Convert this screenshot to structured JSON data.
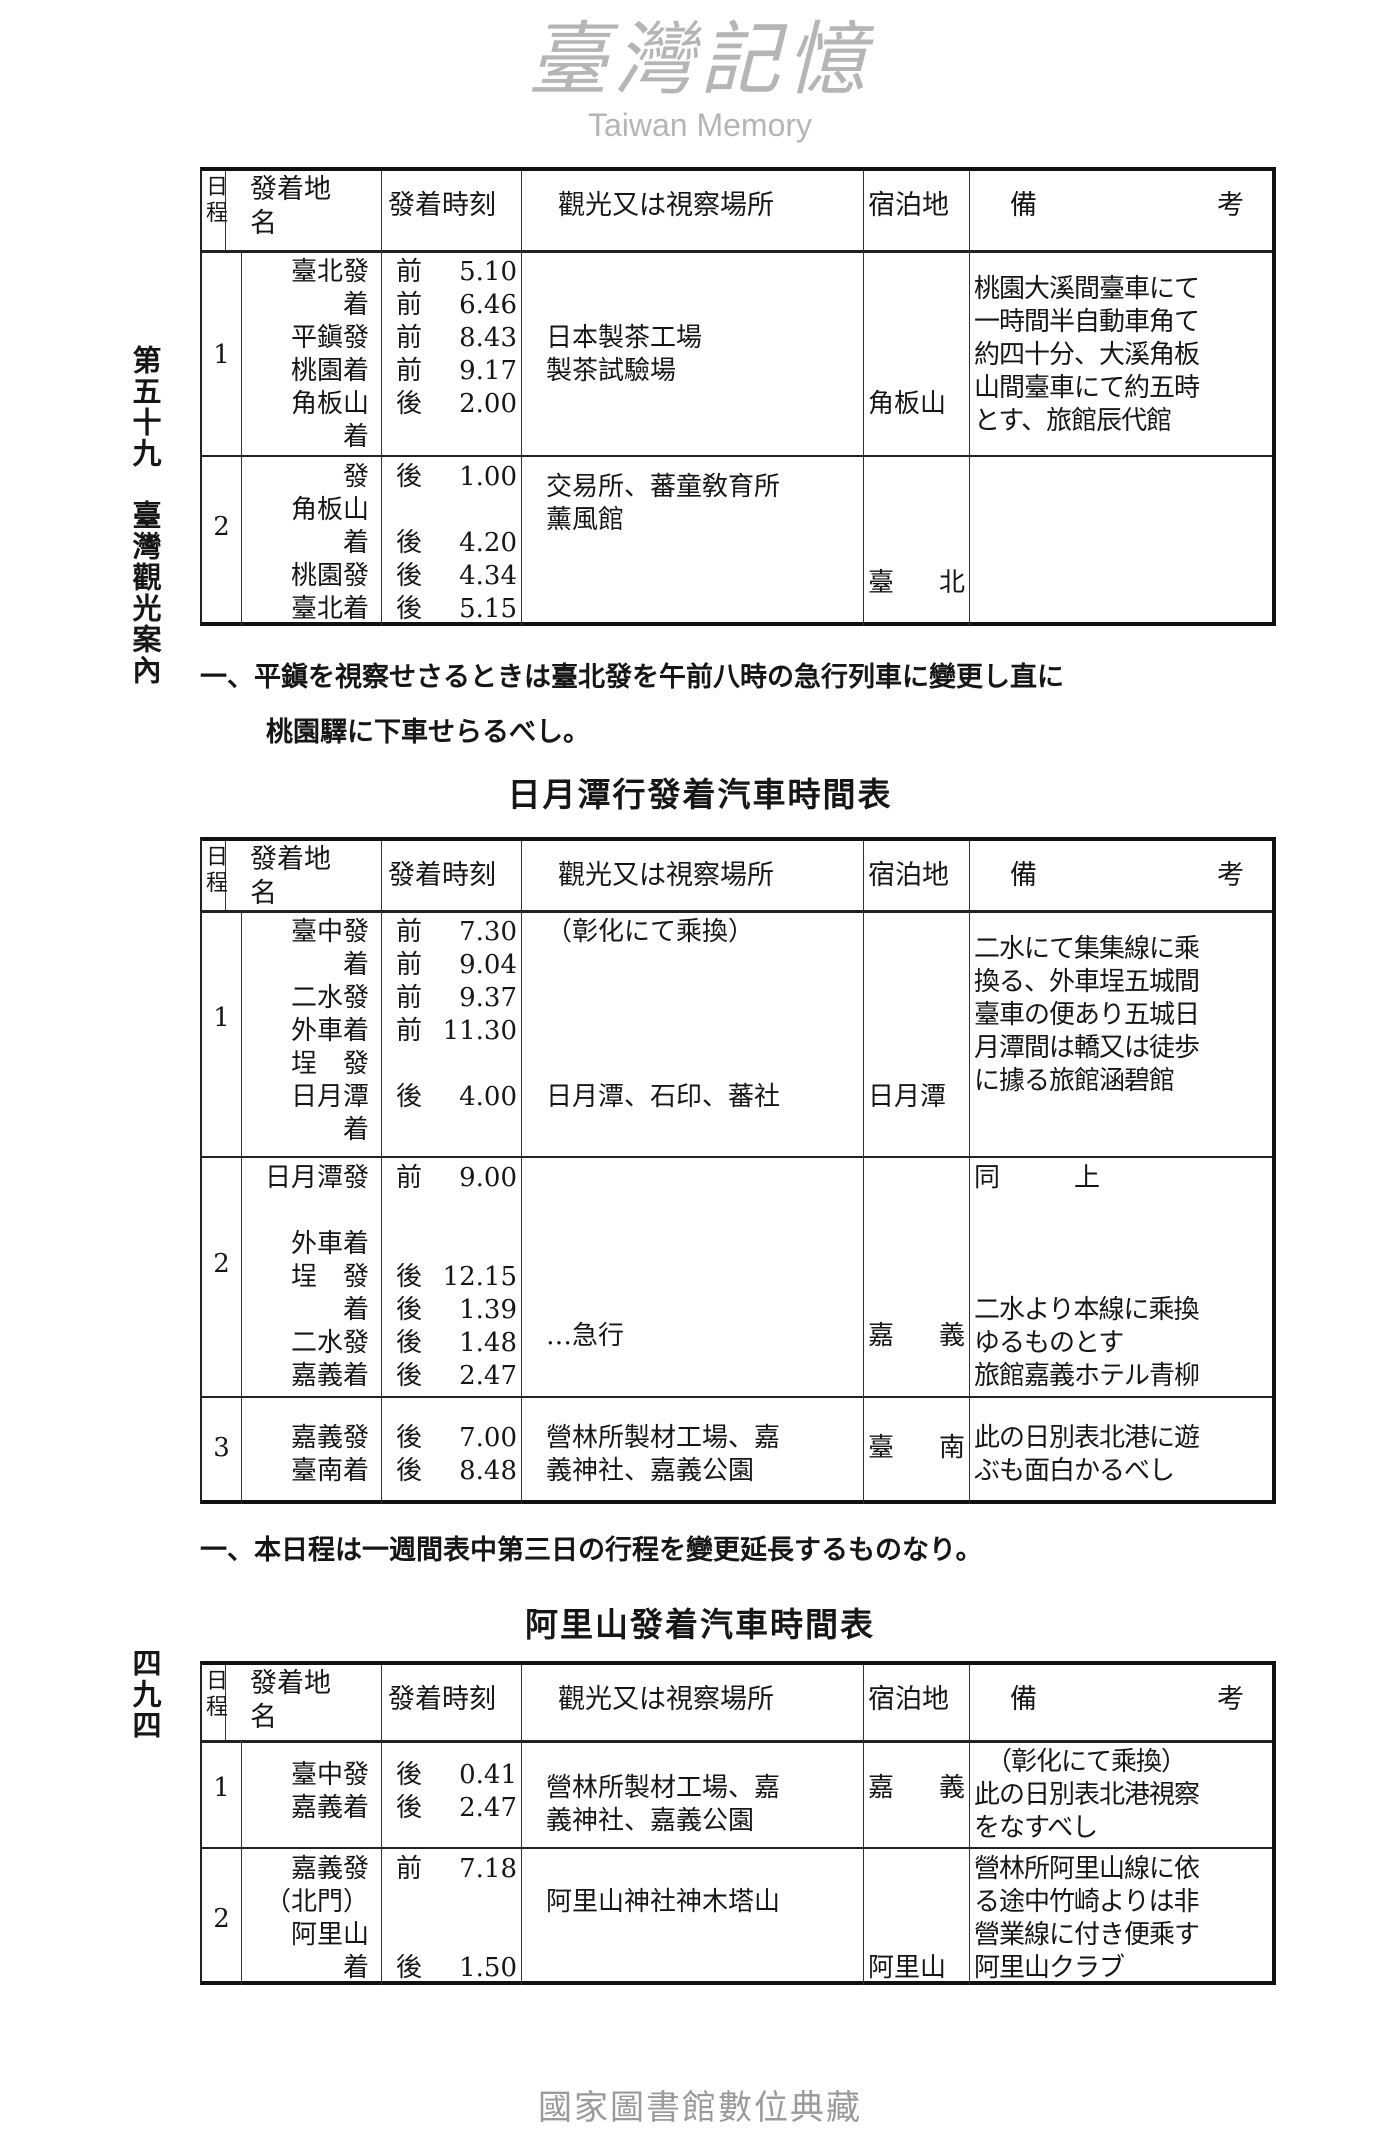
{
  "side": {
    "chapter": "第五十九　臺灣觀光案內",
    "page_number": "四九四"
  },
  "header": {
    "day": "日程",
    "place": "發着地名",
    "time": "發着時刻",
    "sights": "觀光又は視察場所",
    "lodge": "宿泊地",
    "notes_a": "備",
    "notes_b": "考"
  },
  "tables": [
    {
      "rows": [
        {
          "day": "1",
          "place": [
            "臺北發",
            "着",
            "平鎭發",
            "桃園着",
            "角板山",
            "着"
          ],
          "time": [
            [
              "前",
              "5.10"
            ],
            [
              "前",
              "6.46"
            ],
            [
              "前",
              "8.43"
            ],
            [
              "前",
              "9.17"
            ],
            [
              "後",
              "2.00"
            ]
          ],
          "sights": [
            "日本製茶工場",
            "製茶試驗場"
          ],
          "lodge": [
            [
              "角板山",
              ""
            ]
          ],
          "notes": [
            "桃園大溪間臺車にて",
            "一時間半自動車角て",
            "約四十分、大溪角板",
            "山間臺車にて約五時",
            "とす、旅館辰代館"
          ]
        },
        {
          "day": "2",
          "place": [
            "發",
            "角板山",
            "着",
            "桃園發",
            "臺北着"
          ],
          "time": [
            [
              "後",
              "1.00"
            ],
            [
              "",
              ""
            ],
            [
              "後",
              "4.20"
            ],
            [
              "後",
              "4.34"
            ],
            [
              "後",
              "5.15"
            ]
          ],
          "sights": [
            "交易所、蕃童敎育所",
            "薰風館"
          ],
          "lodge": [
            [
              "臺",
              "北"
            ]
          ],
          "notes": []
        }
      ]
    },
    {
      "rows": [
        {
          "day": "1",
          "place": [
            "臺中發",
            "着",
            "二水發",
            "外車着",
            "埕　發",
            "日月潭",
            "着"
          ],
          "time": [
            [
              "前",
              "7.30"
            ],
            [
              "前",
              "9.04"
            ],
            [
              "前",
              "9.37"
            ],
            [
              "前",
              "11.30"
            ],
            [
              "",
              ""
            ],
            [
              "後",
              "4.00"
            ]
          ],
          "sights": [
            "（彰化にて乘換）",
            "",
            "",
            "",
            "",
            "日月潭、石印、蕃社"
          ],
          "lodge": [
            [
              "日月潭",
              ""
            ]
          ],
          "notes": [
            "二水にて集集線に乘",
            "換る、外車埕五城間",
            "臺車の便あり五城日",
            "月潭間は轎又は徒歩",
            "に據る旅館涵碧館"
          ]
        },
        {
          "day": "2",
          "place": [
            "日月潭發",
            "",
            "外車着",
            "埕　發",
            "着",
            "二水發",
            "嘉義着"
          ],
          "time": [
            [
              "前",
              "9.00"
            ],
            [
              "",
              ""
            ],
            [
              "",
              ""
            ],
            [
              "後",
              "12.15"
            ],
            [
              "後",
              "1.39"
            ],
            [
              "後",
              "1.48"
            ],
            [
              "後",
              "2.47"
            ]
          ],
          "sights": [
            "…急行"
          ],
          "lodge": [
            [
              "嘉",
              "義"
            ]
          ],
          "notes": [
            "同　　　上",
            "",
            "",
            "",
            "二水より本線に乘換",
            "ゆるものとす",
            "旅館嘉義ホテル青柳"
          ]
        },
        {
          "day": "3",
          "place": [
            "嘉義發",
            "臺南着"
          ],
          "time": [
            [
              "後",
              "7.00"
            ],
            [
              "後",
              "8.48"
            ]
          ],
          "sights": [
            "營林所製材工場、嘉",
            "義神社、嘉義公園"
          ],
          "lodge": [
            [
              "臺",
              "南"
            ]
          ],
          "notes": [
            "此の日別表北港に遊",
            "ぶも面白かるべし"
          ]
        }
      ]
    },
    {
      "rows": [
        {
          "day": "1",
          "place": [
            "臺中發",
            "嘉義着"
          ],
          "time": [
            [
              "後",
              "0.41"
            ],
            [
              "後",
              "2.47"
            ]
          ],
          "sights": [
            "營林所製材工場、嘉",
            "義神社、嘉義公園"
          ],
          "lodge": [
            [
              "嘉",
              "義"
            ]
          ],
          "notes": [
            "　（彰化にて乘換）",
            "此の日別表北港視察",
            "をなすべし"
          ]
        },
        {
          "day": "2",
          "place": [
            "嘉義發",
            "（北門）",
            "阿里山",
            "着"
          ],
          "time": [
            [
              "前",
              "7.18"
            ],
            [
              "",
              ""
            ],
            [
              "",
              ""
            ],
            [
              "後",
              "1.50"
            ]
          ],
          "sights": [
            "阿里山神社神木塔山"
          ],
          "lodge": [
            [
              "阿里山",
              ""
            ]
          ],
          "notes": [
            "營林所阿里山線に依",
            "る途中竹崎よりは非",
            "營業線に付き便乘す",
            "阿里山クラブ"
          ]
        }
      ]
    }
  ],
  "note1": {
    "line1": "一、平鎭を視察せさるときは臺北發を午前八時の急行列車に變更し直に",
    "line2": "桃園驛に下車せらるべし。"
  },
  "title2": "日月潭行發着汽車時間表",
  "note2": "一、本日程は一週間表中第三日の行程を變更延長するものなり。",
  "title3": "阿里山發着汽車時間表",
  "watermark": {
    "zh": "臺灣記憶",
    "en": "Taiwan Memory"
  },
  "footer": "國家圖書館數位典藏"
}
